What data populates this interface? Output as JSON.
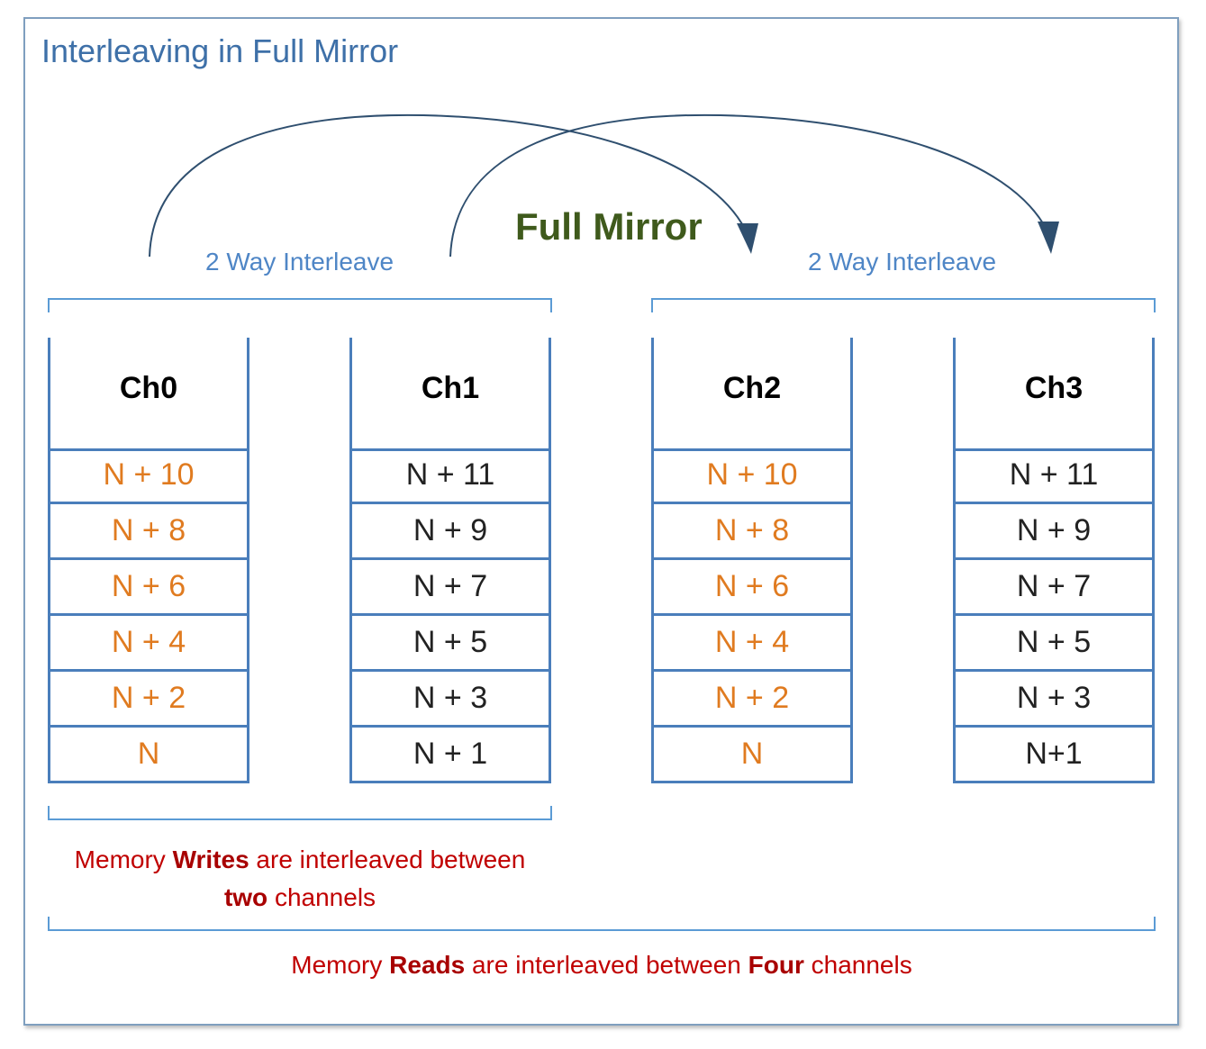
{
  "title": "Interleaving in Full Mirror",
  "center_label": "Full Mirror",
  "interleave_label_left": "2 Way Interleave",
  "interleave_label_right": "2 Way Interleave",
  "channels": [
    {
      "name": "Ch0",
      "cells": [
        "N + 10",
        "N + 8",
        "N + 6",
        "N + 4",
        "N + 2",
        "N"
      ]
    },
    {
      "name": "Ch1",
      "cells": [
        "N + 11",
        "N + 9",
        "N + 7",
        "N + 5",
        "N + 3",
        "N + 1"
      ]
    },
    {
      "name": "Ch2",
      "cells": [
        "N + 10",
        "N + 8",
        "N + 6",
        "N + 4",
        "N + 2",
        "N"
      ]
    },
    {
      "name": "Ch3",
      "cells": [
        "N + 11",
        "N + 9",
        "N + 7",
        "N + 5",
        "N + 3",
        "N+1"
      ]
    }
  ],
  "writes_note": {
    "part1": "Memory ",
    "bold1": "Writes",
    "part2": " are interleaved between",
    "bold2": "two",
    "part3": " channels"
  },
  "reads_note": {
    "part1": "Memory ",
    "bold1": "Reads",
    "part2": " are interleaved between ",
    "bold2": "Four",
    "part3": " channels"
  },
  "colors": {
    "frame": "#7f9fbf",
    "title": "#3e70a8",
    "box_border": "#4a7ebb",
    "bracket": "#5b9bd5",
    "even_text": "#e07b20",
    "odd_text": "#222222",
    "note_text": "#c00000",
    "center_label": "#3f5a1c",
    "arc": "#2f4f6f"
  }
}
